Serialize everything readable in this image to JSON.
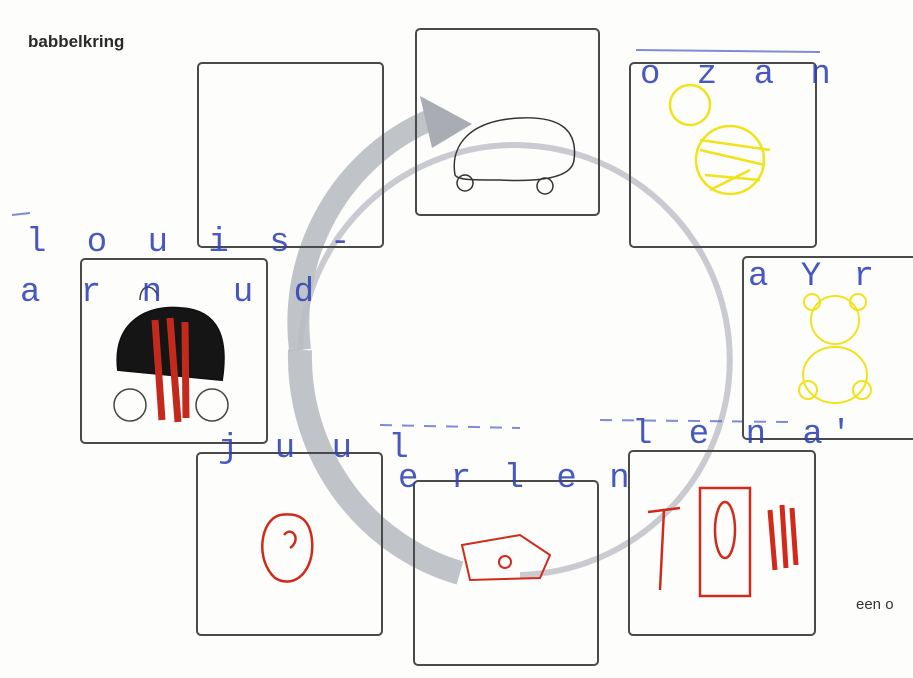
{
  "title": "babbelkring",
  "footer_text": "een o",
  "names": {
    "ozan": "o z a n",
    "ayr": "a Y r",
    "louis_line1": "l o u i s -",
    "louis_line2": "a r n  u d",
    "juul": "j u u l",
    "erlen": "e r l e n",
    "lena": "l e n a'"
  },
  "colors": {
    "stamp_blue": "#2f43b8",
    "arrow_gray": "#b9bcc2",
    "box_border": "#4a4a4a",
    "crayon_yellow": "#f2e21a",
    "crayon_red": "#d12a1a",
    "crayon_black": "#111111"
  }
}
